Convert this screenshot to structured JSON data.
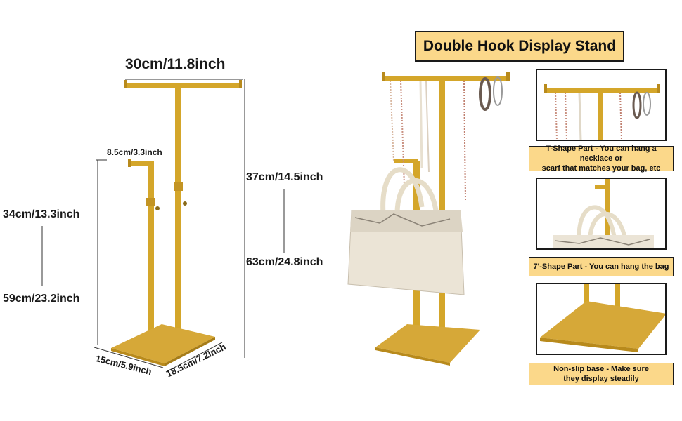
{
  "title": "Double Hook Display Stand",
  "dimensions": {
    "width_top": "30cm/11.8inch",
    "hook_width": "8.5cm/3.3inch",
    "short_height_min": "34cm/13.3inch",
    "short_height_max": "59cm/23.2inch",
    "tall_height_min": "37cm/14.5inch",
    "tall_height_max": "63cm/24.8inch",
    "base_depth": "15cm/5.9inch",
    "base_width": "18.5cm/7.2inch"
  },
  "features": [
    {
      "caption_line1": "T-Shape Part - You can hang a necklace or",
      "caption_line2": "scarf that matches your bag, etc"
    },
    {
      "caption_line1": "7'-Shape Part - You can hang the bag",
      "caption_line2": ""
    },
    {
      "caption_line1": "Non-slip base - Make sure",
      "caption_line2": "they display steadily"
    }
  ],
  "colors": {
    "gold": "#d4a62a",
    "gold_dark": "#b88a1c",
    "caption_bg": "#fbd88a"
  }
}
